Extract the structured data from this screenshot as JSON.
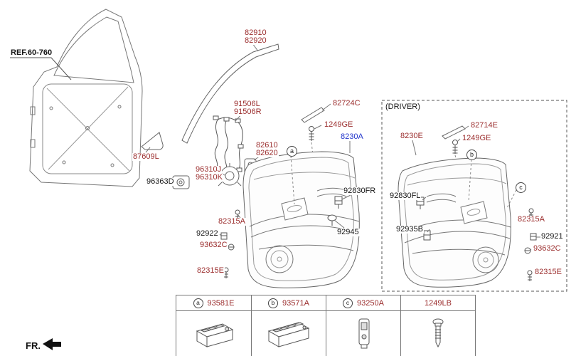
{
  "colors": {
    "part_number_red": "#9b2d2d",
    "selected_part_blue": "#2336cc",
    "line_gray": "#6a6a6a"
  },
  "reference": {
    "label": "REF.60-760"
  },
  "direction": {
    "label": "FR."
  },
  "driver_section": {
    "label": "(DRIVER)"
  },
  "callouts": {
    "a": "a",
    "b": "b",
    "c": "c"
  },
  "parts": {
    "p82910": "82910",
    "p82920": "82920",
    "p91506L": "91506L",
    "p91506R": "91506R",
    "p82724C": "82724C",
    "p1249GE_top": "1249GE",
    "p8230A": "8230A",
    "p87609L": "87609L",
    "p82610": "82610",
    "p82620": "82620",
    "p96310J": "96310J",
    "p96310K": "96310K",
    "p96363D": "96363D",
    "p92830FR": "92830FR",
    "p82315A_left": "82315A",
    "p92922": "92922",
    "p93632C_left": "93632C",
    "p92945": "92945",
    "p82315E_left": "82315E",
    "p82714E": "82714E",
    "p1249GE_driver": "1249GE",
    "p8230E": "8230E",
    "p92830FL": "92830FL",
    "p92935B": "92935B",
    "p82315A_right": "82315A",
    "p92921": "92921",
    "p93632C_right": "93632C",
    "p82315E_right": "82315E"
  },
  "table": {
    "columns": [
      {
        "callout": "a",
        "part": "93581E"
      },
      {
        "callout": "b",
        "part": "93571A"
      },
      {
        "callout": "c",
        "part": "93250A"
      },
      {
        "callout": "",
        "part": "1249LB"
      }
    ]
  }
}
